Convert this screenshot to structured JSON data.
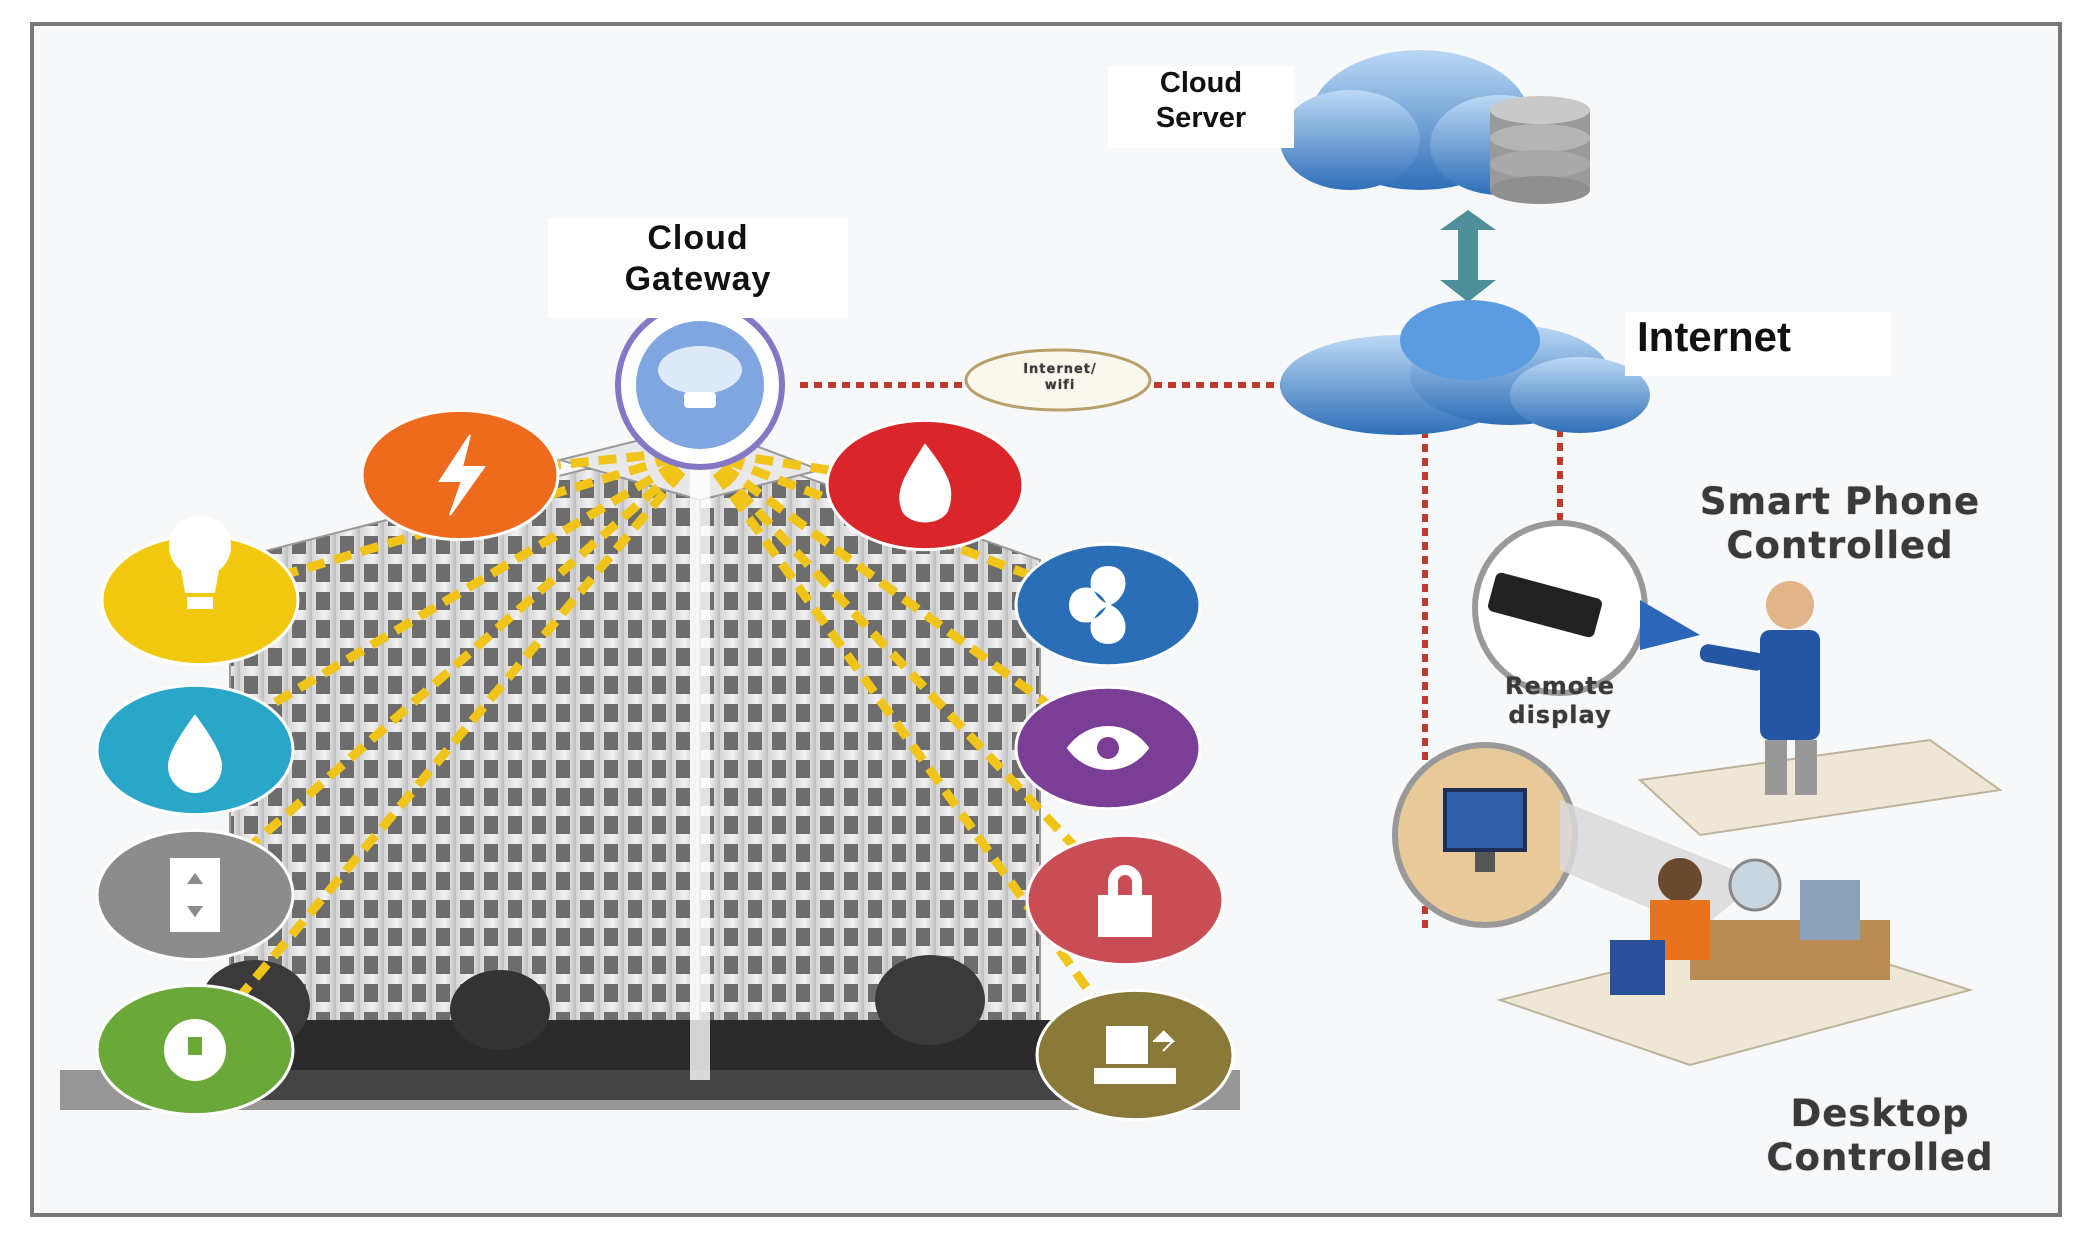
{
  "labels": {
    "cloud_server": "Cloud\nServer",
    "cloud_gateway": "Cloud\nGateway",
    "internet": "Internet",
    "internet_wifi": "Internet/\nwifi",
    "smart_phone": "Smart Phone\nControlled",
    "remote_display": "Remote\ndisplay",
    "desktop": "Desktop\nControlled"
  },
  "icons": [
    {
      "name": "light-bulb-icon",
      "color": "#f2c80f"
    },
    {
      "name": "water-drop-icon",
      "color": "#2aa6c9"
    },
    {
      "name": "elevator-icon",
      "color": "#8c8c8c"
    },
    {
      "name": "power-plug-icon",
      "color": "#6aa83a"
    },
    {
      "name": "lightning-icon",
      "color": "#ee6a1c"
    },
    {
      "name": "fire-icon",
      "color": "#d8262a"
    },
    {
      "name": "fan-icon",
      "color": "#2a6fb5"
    },
    {
      "name": "eye-icon",
      "color": "#7b3e96"
    },
    {
      "name": "lock-icon",
      "color": "#c94d55"
    },
    {
      "name": "conveyor-icon",
      "color": "#8a7a3a"
    }
  ],
  "colors": {
    "gateway_link": "#c0392b",
    "sensor_link": "#f0c419",
    "cloud": "#2f7fd0"
  }
}
